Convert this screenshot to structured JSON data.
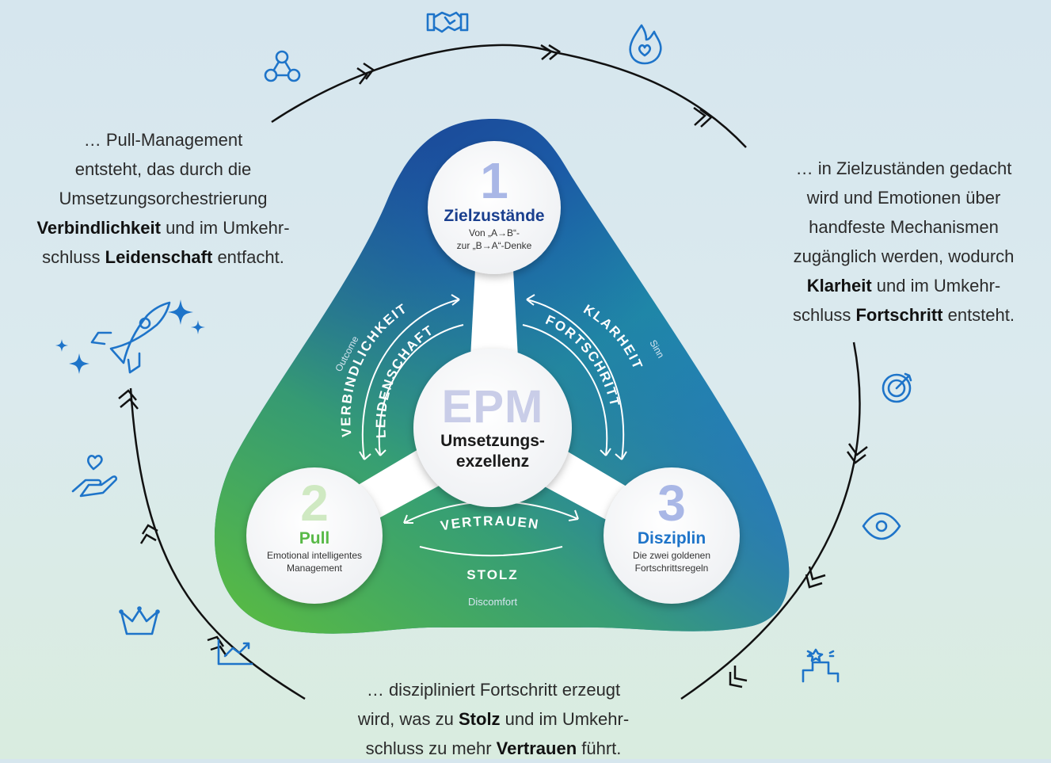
{
  "colors": {
    "accent_blue": "#1e74c9",
    "dark_blue": "#1a3f8e",
    "green": "#58b947",
    "num_blue": "#a9b7e6",
    "num_green": "#cfe9c2",
    "text": "#2b2b2b"
  },
  "hub": {
    "title": "EPM",
    "subtitle_line1": "Umsetzungs-",
    "subtitle_line2": "exzellenz"
  },
  "nodes": [
    {
      "number": "1",
      "title": "Zielzustände",
      "sub_line1": "Von „A→B“-",
      "sub_line2": "zur „B→A“-Denke"
    },
    {
      "number": "2",
      "title": "Pull",
      "sub_line1": "Emotional intelligentes",
      "sub_line2": "Management"
    },
    {
      "number": "3",
      "title": "Disziplin",
      "sub_line1": "Die zwei goldenen",
      "sub_line2": "Fortschrittsregeln"
    }
  ],
  "arc_labels": {
    "left_outer": "VERBINDLICHKEIT",
    "left_inner": "LEIDENSCHAFT",
    "right_outer": "KLARHEIT",
    "right_inner": "FORTSCHRITT",
    "bottom_top": "VERTRAUEN",
    "bottom_bottom": "STOLZ",
    "corner_left": "Outcome",
    "corner_right": "Sinn",
    "corner_bottom": "Discomfort"
  },
  "texts": {
    "left": {
      "l1": "… Pull-Management",
      "l2": "entsteht, das durch die",
      "l3": "Umsetzungsorchestrierung",
      "l4_bold": "Verbindlichkeit",
      "l4_rest": " und im Umkehr-",
      "l5_pre": "schluss ",
      "l5_bold": "Leidenschaft",
      "l5_rest": " entfacht."
    },
    "right": {
      "l1": "… in Zielzuständen gedacht",
      "l2": "wird und Emotionen über",
      "l3": "handfeste Mechanismen",
      "l4": "zugänglich werden, wodurch",
      "l5_bold": "Klarheit",
      "l5_rest": " und im Umkehr-",
      "l6_pre": "schluss ",
      "l6_bold": "Fortschritt",
      "l6_rest": " entsteht."
    },
    "bottom": {
      "l1": "… diszipliniert Fortschritt erzeugt",
      "l2_pre": "wird, was zu ",
      "l2_bold": "Stolz",
      "l2_rest": " und im Umkehr-",
      "l3_pre": "schluss zu mehr ",
      "l3_bold": "Vertrauen",
      "l3_rest": " führt."
    }
  },
  "icons": [
    "network-icon",
    "handshake-icon",
    "heart-flame-icon",
    "target-icon",
    "eye-icon",
    "podium-icon",
    "growth-chart-icon",
    "crown-icon",
    "heart-hand-icon",
    "rocket-icon"
  ]
}
